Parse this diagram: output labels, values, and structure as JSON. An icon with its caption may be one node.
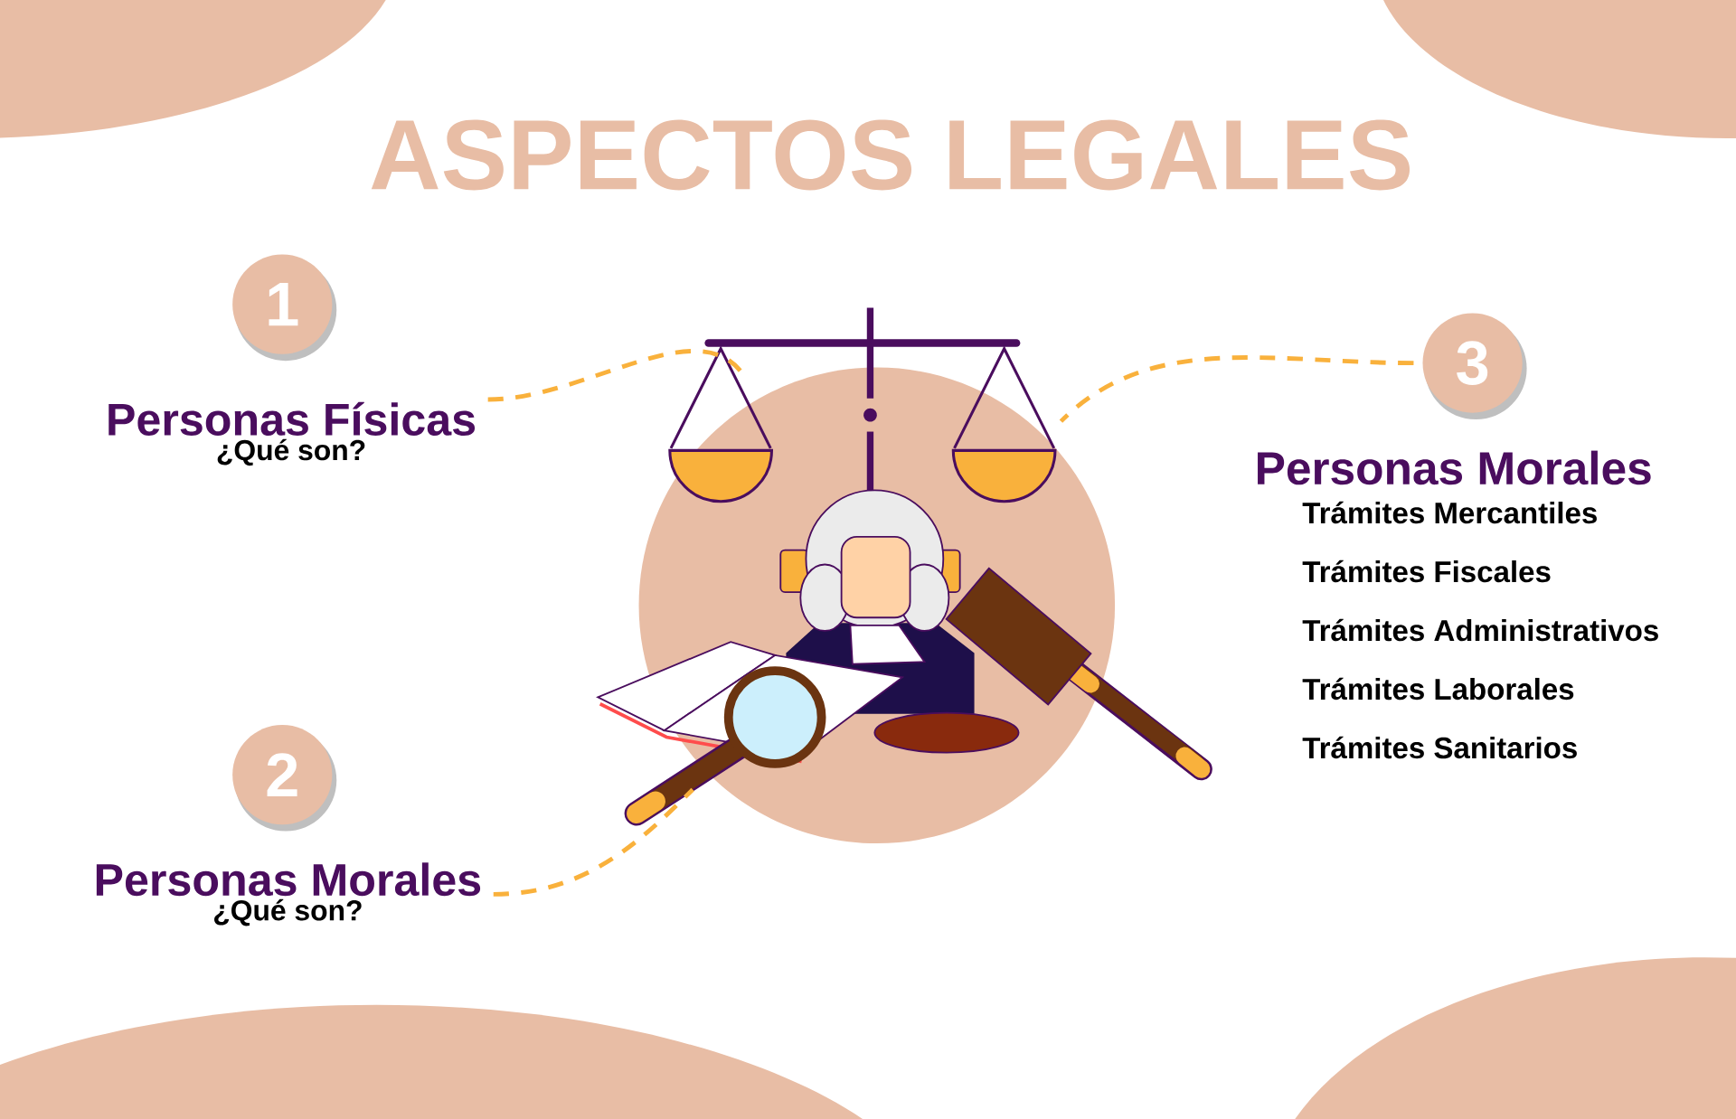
{
  "diagram": {
    "title": "ASPECTOS LEGALES",
    "nodes": [
      {
        "text": [
          "1"
        ]
      },
      {
        "text": [
          "Personas Físicas",
          "¿Qué son?"
        ]
      },
      {
        "text": [
          "2"
        ]
      },
      {
        "text": [
          "Personas Morales",
          "¿Qué son?"
        ]
      },
      {
        "text": [
          "3"
        ]
      },
      {
        "text": [
          "Personas Morales",
          "Trámites Mercantiles",
          "Trámites Fiscales",
          "Trámites Administrativos",
          "Trámites Laborales",
          "Trámites Sanitarios"
        ]
      },
      {
        "text": [],
        "shape": "picture"
      }
    ],
    "edges": [
      {
        "from": 1,
        "to": 6,
        "arrow": "none",
        "style": "dashed"
      },
      {
        "from": 3,
        "to": 6,
        "arrow": "none",
        "style": "dashed"
      },
      {
        "from": 4,
        "to": 6,
        "arrow": "none",
        "style": "dashed"
      }
    ]
  }
}
